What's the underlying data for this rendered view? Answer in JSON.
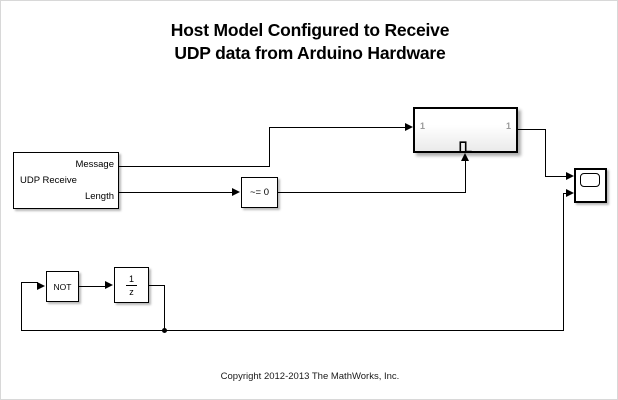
{
  "diagram": {
    "title_line1": "Host Model Configured to Receive",
    "title_line2": "UDP data from Arduino Hardware",
    "copyright": "Copyright 2012-2013 The MathWorks, Inc.",
    "background_color": "#ffffff",
    "line_color": "#000000"
  },
  "blocks": {
    "udp_receive": {
      "name": "UDP Receive",
      "output_port_message": "Message",
      "output_port_length": "Length"
    },
    "compare": {
      "label": "~= 0"
    },
    "logical_not": {
      "label": "NOT"
    },
    "unit_delay": {
      "numerator": "1",
      "denominator": "z"
    },
    "triggered_subsystem": {
      "input_port_label": "1",
      "output_port_label": "1",
      "port_label_color": "#9a9a9a",
      "trigger_icon": "rising-pulse"
    },
    "scope": {
      "icon": "scope-screen",
      "input_port_count": 2
    }
  }
}
